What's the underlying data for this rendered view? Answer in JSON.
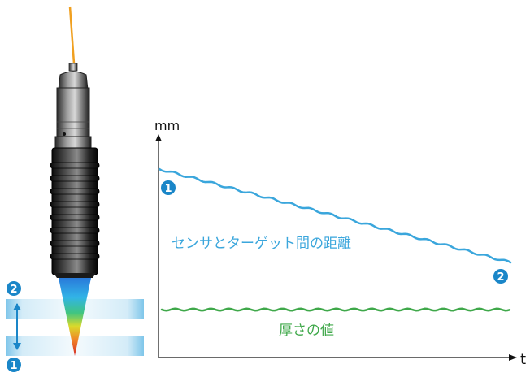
{
  "chart": {
    "y_label": "mm",
    "x_label": "t",
    "distance_label": "センサとターゲット間の距離",
    "thickness_label": "厚さの値",
    "marker_start": "1",
    "marker_end": "2"
  },
  "illustration": {
    "upper_marker": "2",
    "lower_marker": "1"
  },
  "colors": {
    "distance_series": "#3aa6dc",
    "thickness_series": "#3fa84a",
    "marker": "#1a86c8",
    "fiber": "#f0a020",
    "axis": "#111111"
  }
}
